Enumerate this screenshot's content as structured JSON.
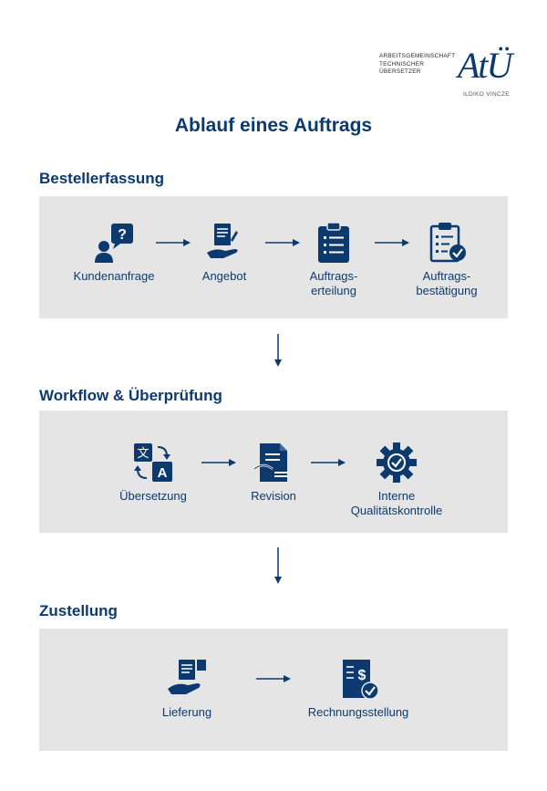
{
  "logo": {
    "line1": "ARBEITSGEMEINSCHAFT",
    "line2": "TECHNISCHER",
    "line3": "ÜBERSETZER",
    "mark": "AtÜ",
    "sub": "ILDIKO VINCZE"
  },
  "title": "Ablauf eines Auftrags",
  "sections": [
    {
      "title": "Bestellerfassung",
      "steps": [
        {
          "label": "Kundenanfrage",
          "icon": "person-question-icon"
        },
        {
          "label": "Angebot",
          "icon": "hand-document-icon"
        },
        {
          "label": "Auftrags-\nerteilung",
          "icon": "clipboard-list-icon"
        },
        {
          "label": "Auftrags-\nbestätigung",
          "icon": "clipboard-check-icon"
        }
      ]
    },
    {
      "title": "Workflow & Überprüfung",
      "steps": [
        {
          "label": "Übersetzung",
          "icon": "translate-icon"
        },
        {
          "label": "Revision",
          "icon": "document-revision-icon"
        },
        {
          "label": "Interne\nQualitätskontrolle",
          "icon": "gear-check-icon"
        }
      ]
    },
    {
      "title": "Zustellung",
      "steps": [
        {
          "label": "Lieferung",
          "icon": "hand-delivery-icon"
        },
        {
          "label": "Rechnungsstellung",
          "icon": "invoice-check-icon"
        }
      ]
    }
  ],
  "colors": {
    "primary": "#0d3a6e",
    "panel": "#e5e5e5"
  }
}
